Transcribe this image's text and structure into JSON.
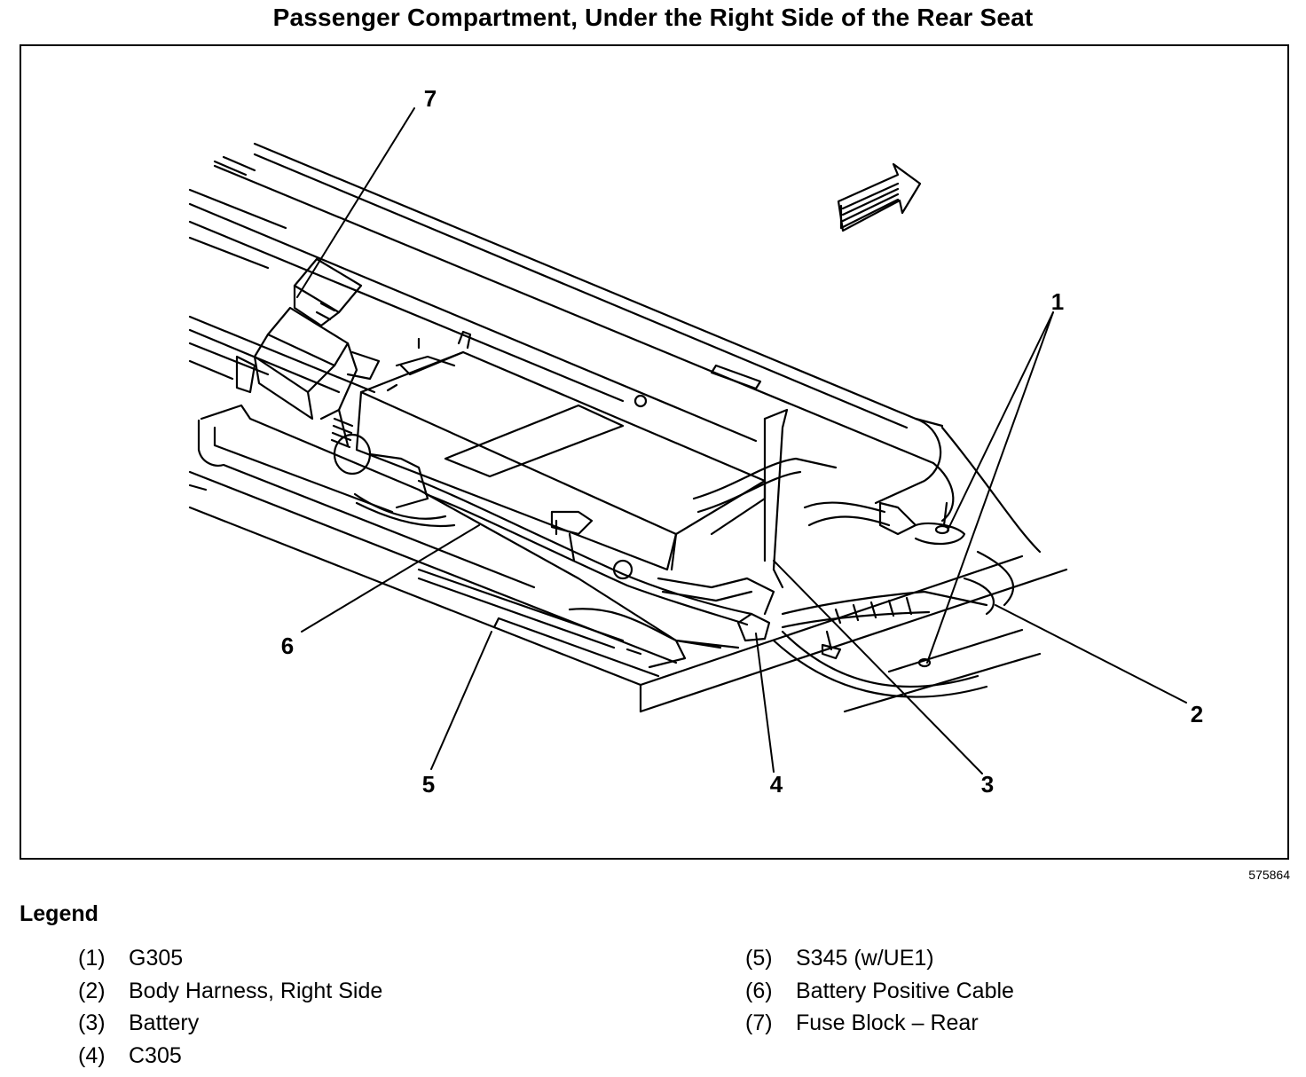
{
  "title": "Passenger Compartment, Under the Right Side of the Rear Seat",
  "figure_id": "575864",
  "callouts": [
    "1",
    "2",
    "3",
    "4",
    "5",
    "6",
    "7"
  ],
  "legend": {
    "heading": "Legend",
    "left_items": [
      {
        "num": "(1)",
        "label": "G305"
      },
      {
        "num": "(2)",
        "label": "Body Harness, Right Side"
      },
      {
        "num": "(3)",
        "label": "Battery"
      },
      {
        "num": "(4)",
        "label": "C305"
      }
    ],
    "right_items": [
      {
        "num": "(5)",
        "label": "S345 (w/UE1)"
      },
      {
        "num": "(6)",
        "label": "Battery Positive Cable"
      },
      {
        "num": "(7)",
        "label": "Fuse Block – Rear"
      }
    ]
  }
}
